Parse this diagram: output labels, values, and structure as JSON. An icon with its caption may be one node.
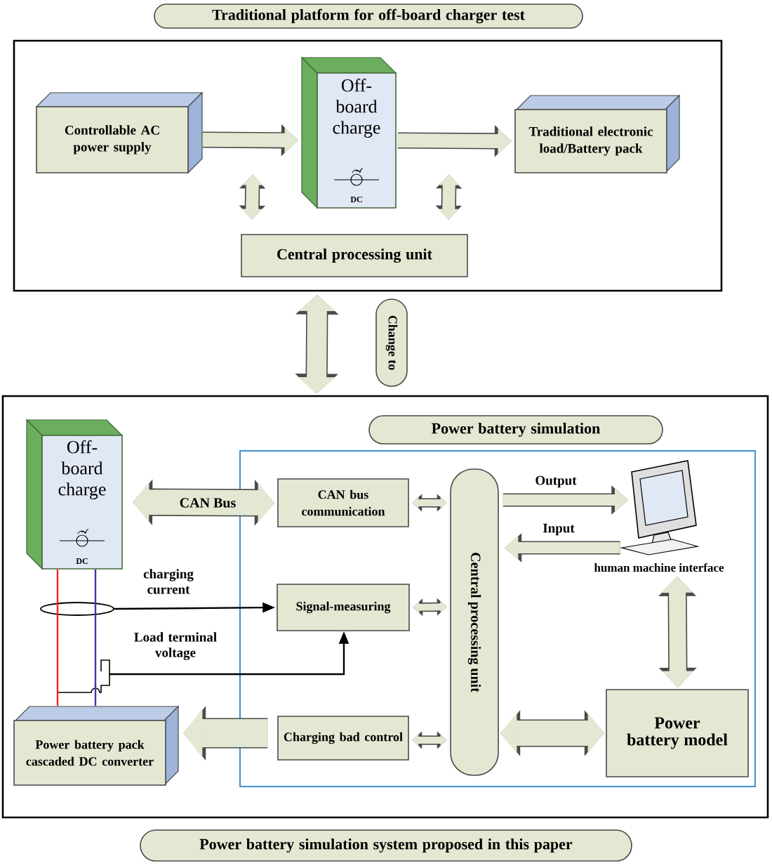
{
  "diagram": {
    "nodes": [
      {
        "text": [
          "Traditional platform for off-board charger test"
        ]
      },
      {
        "text": [],
        "shape": "box"
      },
      {
        "text": [
          "Controllable AC power supply"
        ],
        "in": 1
      },
      {
        "text": [
          "Off-board charge",
          "DC"
        ],
        "in": 1
      },
      {
        "text": [
          "Traditional electronic load/Battery pack"
        ],
        "in": 1
      },
      {
        "text": [
          "Central processing unit"
        ],
        "in": 1
      },
      {
        "text": [],
        "shape": "box"
      },
      {
        "text": [
          "Off-board charge",
          "DC"
        ],
        "in": 6
      },
      {
        "text": [
          "Power battery simulation"
        ],
        "in": 6
      },
      {
        "text": [],
        "shape": "box",
        "in": 6
      },
      {
        "text": [
          "CAN bus communication"
        ],
        "in": 9
      },
      {
        "text": [
          "Central processing unit"
        ],
        "in": 9
      },
      {
        "text": [
          "Signal-measuring"
        ],
        "in": 9
      },
      {
        "text": [
          "Charging bad control"
        ],
        "in": 9
      },
      {
        "text": [],
        "shape": "picture",
        "beside": [
          "human machine interface"
        ],
        "in": 9
      },
      {
        "text": [
          "Power battery model"
        ],
        "in": 9
      },
      {
        "text": [
          "Power battery pack cascaded DC converter"
        ],
        "in": 6
      },
      {
        "text": [],
        "shape": "ellipse",
        "in": 6
      },
      {
        "text": [
          "Power battery simulation system proposed in this paper"
        ]
      },
      {
        "text": [
          "Change to"
        ]
      }
    ],
    "edges": [
      {
        "from": 2,
        "to": 3,
        "arrow": "to"
      },
      {
        "from": 3,
        "to": 4,
        "arrow": "to"
      },
      {
        "from": 5,
        "to": null,
        "arrow": "both"
      },
      {
        "from": 5,
        "to": null,
        "arrow": "both"
      },
      {
        "from": 1,
        "to": 6,
        "arrow": "both"
      },
      {
        "from": 7,
        "to": 10,
        "arrow": "both",
        "label": "CAN Bus",
        "style": "thick"
      },
      {
        "from": 10,
        "to": 11,
        "arrow": "both"
      },
      {
        "from": 12,
        "to": 11,
        "arrow": "both"
      },
      {
        "from": 13,
        "to": 11,
        "arrow": "both"
      },
      {
        "from": 11,
        "to": 14,
        "arrow": "to",
        "label": "Output"
      },
      {
        "from": 14,
        "to": 11,
        "arrow": "to",
        "label": "Input"
      },
      {
        "from": 14,
        "to": 15,
        "arrow": "both"
      },
      {
        "from": 11,
        "to": 15,
        "arrow": "both",
        "style": "thick"
      },
      {
        "from": 13,
        "to": 16,
        "arrow": "to",
        "style": "thick"
      },
      {
        "from": 17,
        "to": 12,
        "arrow": "to",
        "label": "charging current",
        "color": "#000000"
      },
      {
        "from": null,
        "to": 12,
        "arrow": "to",
        "label": "Load terminal voltage",
        "color": "#000000"
      },
      {
        "from": 7,
        "to": 16,
        "arrow": "none",
        "color": "#ff2020"
      },
      {
        "from": 7,
        "to": 16,
        "arrow": "none",
        "color": "#3a3aa8"
      }
    ]
  }
}
